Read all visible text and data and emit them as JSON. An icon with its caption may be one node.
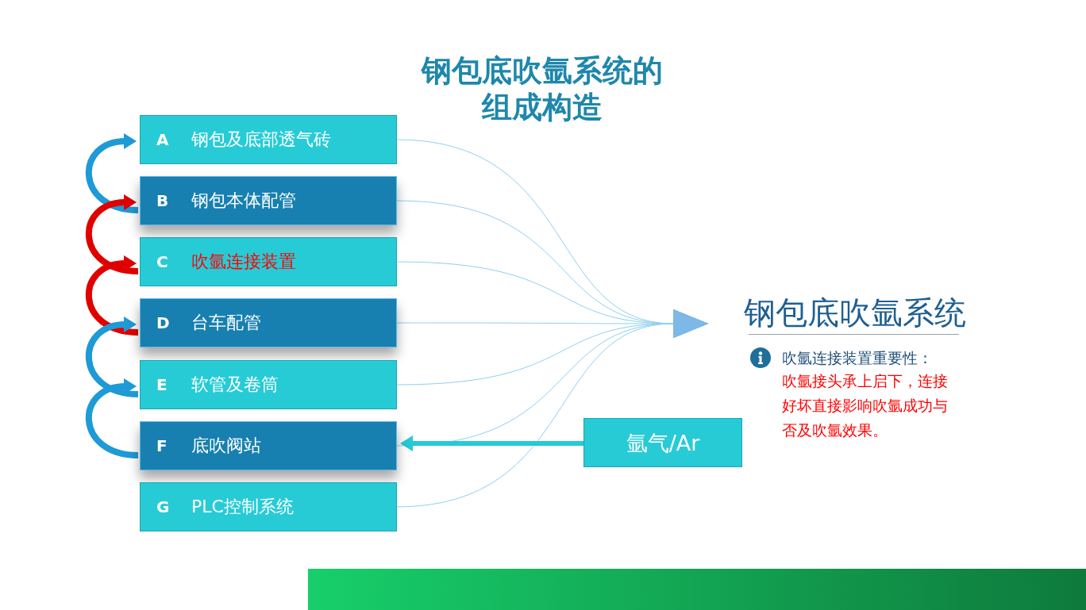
{
  "diagram": {
    "title": "钢包底吹氩系统的组成构造",
    "nodes": [
      {
        "text": [
          "A",
          "钢包及底部透气砖"
        ]
      },
      {
        "text": [
          "B",
          "钢包本体配管"
        ]
      },
      {
        "text": [
          "C",
          "吹氩连接装置"
        ]
      },
      {
        "text": [
          "D",
          "台车配管"
        ]
      },
      {
        "text": [
          "E",
          "软管及卷筒"
        ]
      },
      {
        "text": [
          "F",
          "底吹阀站"
        ]
      },
      {
        "text": [
          "G",
          "PLC控制系统"
        ]
      },
      {
        "text": [
          "钢包底吹氩系统"
        ]
      },
      {
        "text": [
          "氩气/Ar"
        ]
      }
    ],
    "edges": [
      {
        "from": 0,
        "to": 7,
        "arrow": "to"
      },
      {
        "from": 1,
        "to": 7,
        "arrow": "to"
      },
      {
        "from": 2,
        "to": 7,
        "arrow": "to"
      },
      {
        "from": 3,
        "to": 7,
        "arrow": "to"
      },
      {
        "from": 4,
        "to": 7,
        "arrow": "to"
      },
      {
        "from": 5,
        "to": 7,
        "arrow": "to"
      },
      {
        "from": 6,
        "to": 7,
        "arrow": "to"
      },
      {
        "from": 1,
        "to": 0,
        "arrow": "to",
        "style": "thick",
        "color": "#1e9ad6"
      },
      {
        "from": 2,
        "to": 1,
        "arrow": "to",
        "style": "thick",
        "color": "#e00000"
      },
      {
        "from": 3,
        "to": 2,
        "arrow": "to",
        "style": "thick",
        "color": "#e00000"
      },
      {
        "from": 4,
        "to": 3,
        "arrow": "to",
        "style": "thick",
        "color": "#1e9ad6"
      },
      {
        "from": 5,
        "to": 4,
        "arrow": "to",
        "style": "thick",
        "color": "#1e9ad6"
      },
      {
        "from": 8,
        "to": 5,
        "arrow": "to",
        "style": "thick",
        "color": "#26c9d6"
      }
    ],
    "labels": [
      "吹氩连接装置重要性：",
      "吹氩接头承上启下，连接好坏直接影响吹氩成功与否及吹氩效果。"
    ]
  }
}
